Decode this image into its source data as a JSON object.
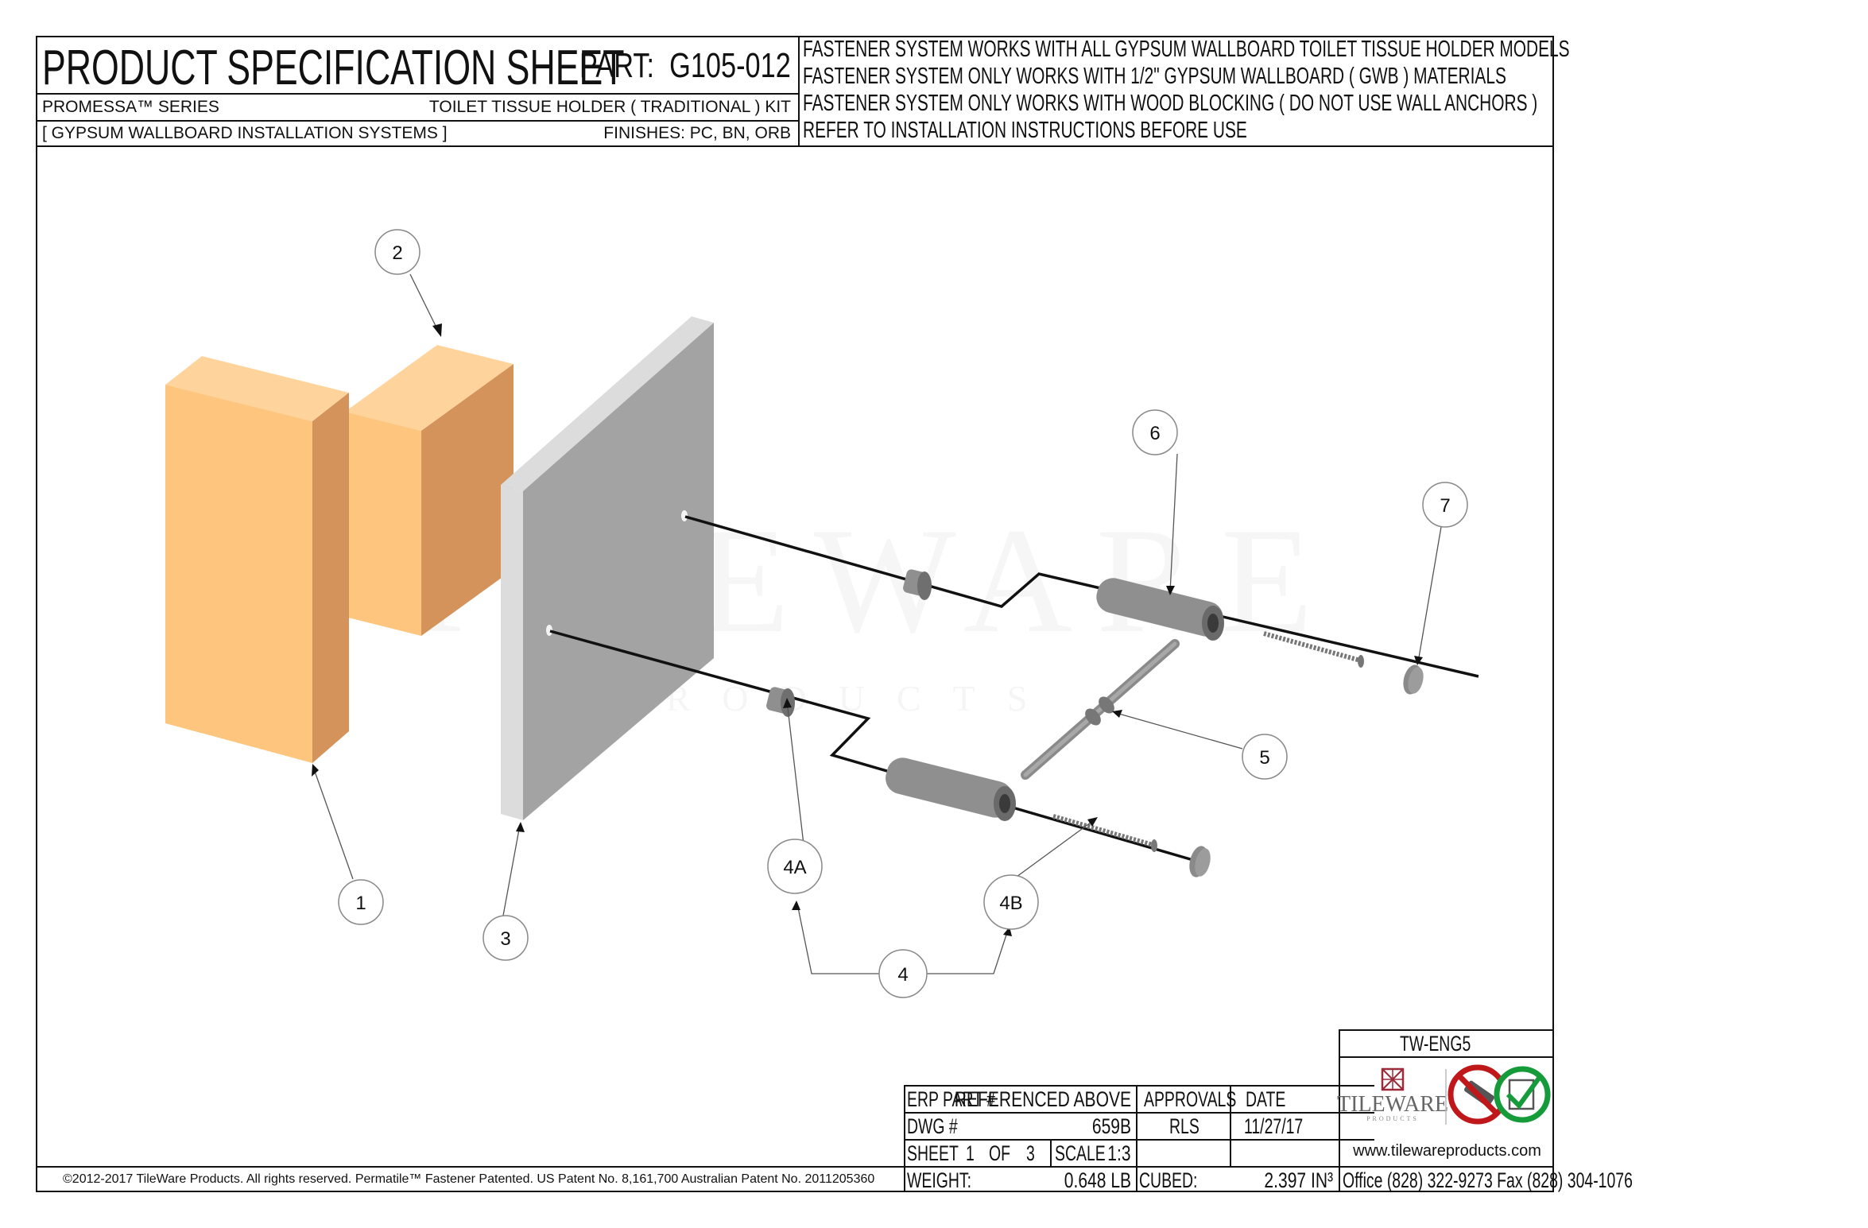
{
  "header": {
    "title": "PRODUCT SPECIFICATION SHEET",
    "part_label": "PART:",
    "part_number": "G105-012",
    "series": "PROMESSA™ SERIES",
    "product": "TOILET TISSUE HOLDER ( TRADITIONAL ) KIT",
    "system": "[ GYPSUM WALLBOARD INSTALLATION SYSTEMS ]",
    "finishes": "FINISHES:  PC, BN, ORB",
    "notes": [
      "FASTENER SYSTEM WORKS WITH ALL GYPSUM WALLBOARD TOILET TISSUE HOLDER MODELS",
      "FASTENER SYSTEM ONLY WORKS WITH 1/2\" GYPSUM WALLBOARD ( GWB ) MATERIALS",
      "FASTENER SYSTEM ONLY WORKS WITH WOOD BLOCKING ( DO NOT USE WALL ANCHORS )",
      "REFER TO INSTALLATION INSTRUCTIONS BEFORE USE"
    ]
  },
  "watermark": {
    "main": "TILEWARE",
    "sub": "PRODUCTS"
  },
  "balloons": {
    "b1": "1",
    "b2": "2",
    "b3": "3",
    "b4": "4",
    "b4a": "4A",
    "b4b": "4B",
    "b5": "5",
    "b6": "6",
    "b7": "7"
  },
  "title_block": {
    "drawing_code": "TW-ENG5",
    "erp_label": "ERP PART #",
    "erp_value": "REFERENCED ABOVE",
    "approvals_label": "APPROVALS",
    "date_label": "DATE",
    "dwg_label": "DWG #",
    "dwg_value": "659B",
    "approver": "RLS",
    "date": "11/27/17",
    "sheet_label": "SHEET",
    "sheet_num": "1",
    "of_label": "OF",
    "sheet_total": "3",
    "scale_label": "SCALE",
    "scale_value": "1:3",
    "weight_label": "WEIGHT:",
    "weight_value": "0.648  LB",
    "cubed_label": "CUBED:",
    "cubed_value": "2.397  IN³"
  },
  "company": {
    "name": "TILEWARE",
    "tagline": "PRODUCTS",
    "website": "www.tilewareproducts.com",
    "phone": "Office (828) 322-9273  Fax (828) 304-1076"
  },
  "footer": {
    "copyright": "©2012-2017 TileWare Products. All rights reserved. Permatile™ Fastener Patented. US Patent No. 8,161,700 Australian Patent No. 2011205360"
  },
  "colors": {
    "wood_front": "#FEC57E",
    "wood_side": "#D4935A",
    "wood_top": "#FFD49C",
    "board_front": "#A3A3A3",
    "board_edge": "#DCDCDC",
    "hardware": "#8F8F8F",
    "ink": "#111111"
  }
}
